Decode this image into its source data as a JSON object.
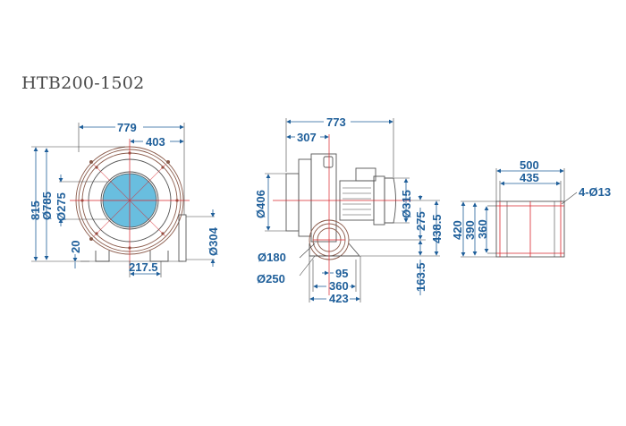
{
  "title": "HTB200-1502",
  "colors": {
    "dimension_text": "#1f5f9a",
    "centerline": "#d9262c",
    "housing_outline": "#8a5a4a",
    "inlet_fill": "#4fb3d9",
    "title_text": "#4a4a4a"
  },
  "front_view": {
    "overall_width": "779",
    "center_to_edge": "403",
    "overall_height": "815",
    "housing_diameter": "Ø785",
    "inlet_diameter": "Ø275",
    "foot_height": "20",
    "foot_offset": "217.5",
    "outlet_diameter": "Ø304"
  },
  "side_view": {
    "overall_length": "773",
    "inlet_to_center": "307",
    "inlet_flange_diameter": "Ø406",
    "motor_diameter": "Ø315",
    "outlet_height_above_center": "275",
    "total_height_above_base": "438.5",
    "base_height": "163.5",
    "outlet_inner_diameter": "Ø180",
    "outlet_flange_diameter": "Ø250",
    "base_offset": "95",
    "base_hole_spacing": "360",
    "base_width": "423"
  },
  "base_view": {
    "overall_length": "500",
    "hole_spacing_length": "435",
    "overall_width": "420",
    "inner_width": "390",
    "hole_spacing_width": "360",
    "mounting_holes": "4-Ø13"
  }
}
